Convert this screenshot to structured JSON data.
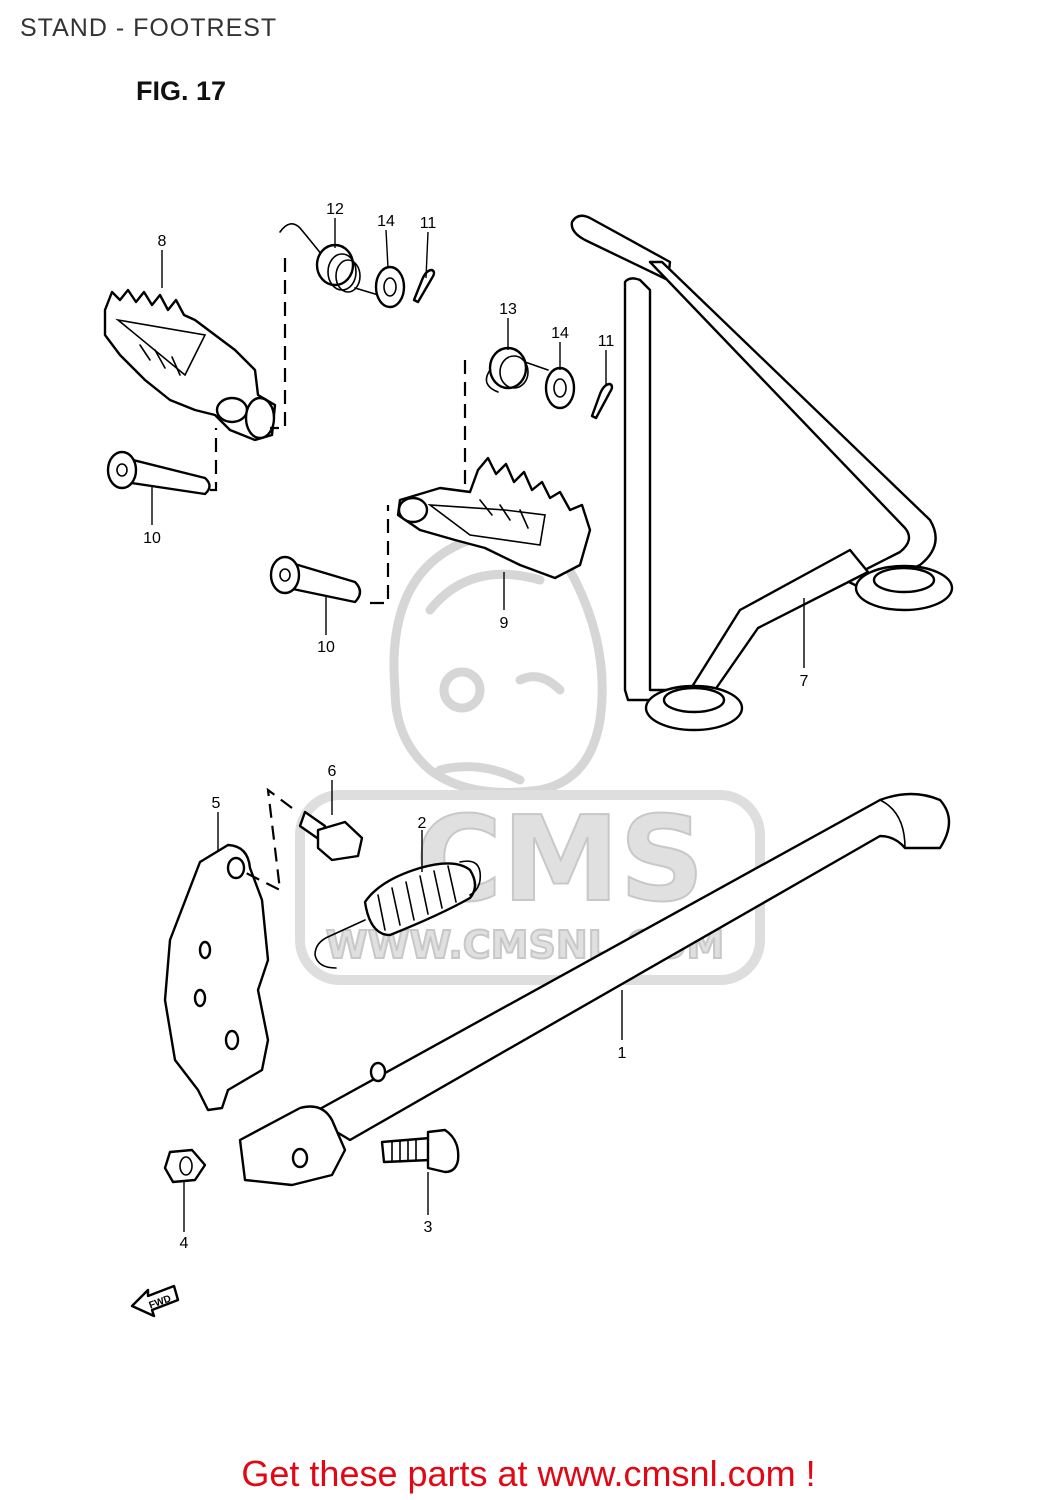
{
  "header": {
    "title": "STAND - FOOTREST"
  },
  "figure": {
    "label": "FIG. 17"
  },
  "callouts": {
    "c1": "1",
    "c2": "2",
    "c3": "3",
    "c4": "4",
    "c5": "5",
    "c6": "6",
    "c7": "7",
    "c8": "8",
    "c9": "9",
    "c10a": "10",
    "c10b": "10",
    "c11a": "11",
    "c11b": "11",
    "c12": "12",
    "c13": "13",
    "c14a": "14",
    "c14b": "14"
  },
  "arrow": {
    "label": "FWD"
  },
  "watermark": {
    "brand": "CMS",
    "url": "WWW.CMSNL.COM"
  },
  "footer": {
    "promo_text": "Get these parts at www.cmsnl.com !"
  },
  "colors": {
    "promo": "#e30613",
    "line_art": "#000000",
    "watermark": "#d6d6d6"
  }
}
